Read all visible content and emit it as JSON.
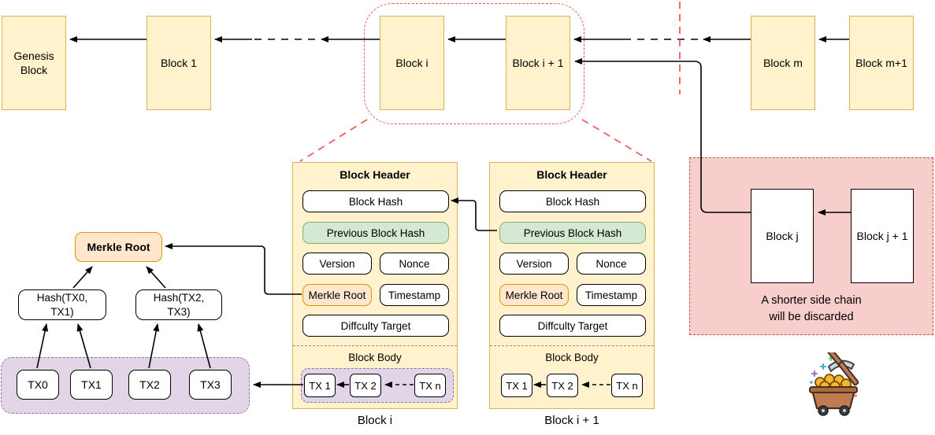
{
  "diagram_title": "Blockchain structure with block headers, merkle tree and discarded side chain",
  "palette": {
    "block_fill": "#FFF2CC",
    "block_stroke": "#D6B656",
    "prev_hash_fill": "#D5E8D4",
    "prev_hash_stroke": "#82B366",
    "merkle_fill": "#FFE6CC",
    "merkle_stroke": "#D79B00",
    "tx_group_fill": "#E1D5E7",
    "tx_group_stroke": "#9673A6",
    "side_chain_fill": "#F8CECC",
    "side_chain_stroke": "#C0504D",
    "callout_red": "#F15B5B"
  },
  "chain": {
    "blocks": [
      {
        "label": "Genesis Block"
      },
      {
        "label": "Block 1"
      },
      {
        "label": "Block i"
      },
      {
        "label": "Block i + 1"
      },
      {
        "label": "Block m"
      },
      {
        "label": "Block m+1"
      }
    ]
  },
  "headers": [
    {
      "title": "Block Header",
      "block_hash": "Block Hash",
      "previous_block_hash": "Previous Block Hash",
      "version": "Version",
      "nonce": "Nonce",
      "merkle_root": "Merkle Root",
      "timestamp": "Timestamp",
      "difficulty_target": "Diffculty Target",
      "body_label": "Block Body",
      "txs": [
        "TX 1",
        "TX 2",
        "TX n"
      ],
      "caption": "Block i"
    },
    {
      "title": "Block Header",
      "block_hash": "Block Hash",
      "previous_block_hash": "Previous Block Hash",
      "version": "Version",
      "nonce": "Nonce",
      "merkle_root": "Merkle Root",
      "timestamp": "Timestamp",
      "difficulty_target": "Diffculty Target",
      "body_label": "Block Body",
      "txs": [
        "TX 1",
        "TX 2",
        "TX n"
      ],
      "caption": "Block i + 1"
    }
  ],
  "merkle_tree": {
    "root": "Merkle Root",
    "hash_left": "Hash(TX0, TX1)",
    "hash_right": "Hash(TX2, TX3)",
    "txs": [
      "TX0",
      "TX1",
      "TX2",
      "TX3"
    ]
  },
  "side_chain": {
    "note_line1": "A shorter side chain",
    "note_line2": "will be discarded",
    "blocks": [
      {
        "label": "Block j"
      },
      {
        "label": "Block j + 1"
      }
    ]
  },
  "icons": {
    "mining_cart": "mining-cart-icon"
  }
}
